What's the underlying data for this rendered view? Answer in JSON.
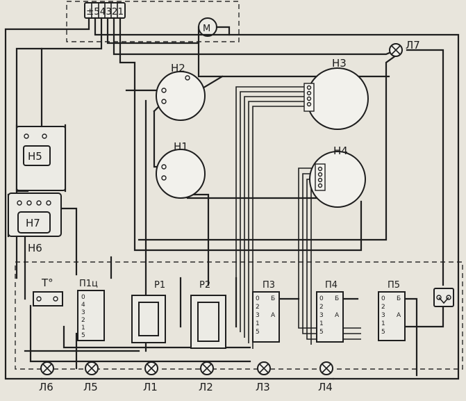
{
  "diagram": {
    "connector_label": "±54321",
    "motor_label": "M",
    "burners": [
      "H2",
      "H1",
      "H3",
      "H4"
    ],
    "heaters": [
      "H5",
      "H7",
      "H6"
    ],
    "thermostat_label": "T°",
    "switches": [
      "П1ц",
      "Р1",
      "Р2",
      "П3",
      "П4",
      "П5"
    ],
    "switch_contacts": [
      "0",
      "4",
      "3",
      "2",
      "1",
      "5",
      "Б",
      "А"
    ],
    "indicator_lamps": [
      "Л6",
      "Л5",
      "Л1",
      "Л2",
      "Л3",
      "Л4"
    ],
    "top_lamp": "Л7"
  }
}
